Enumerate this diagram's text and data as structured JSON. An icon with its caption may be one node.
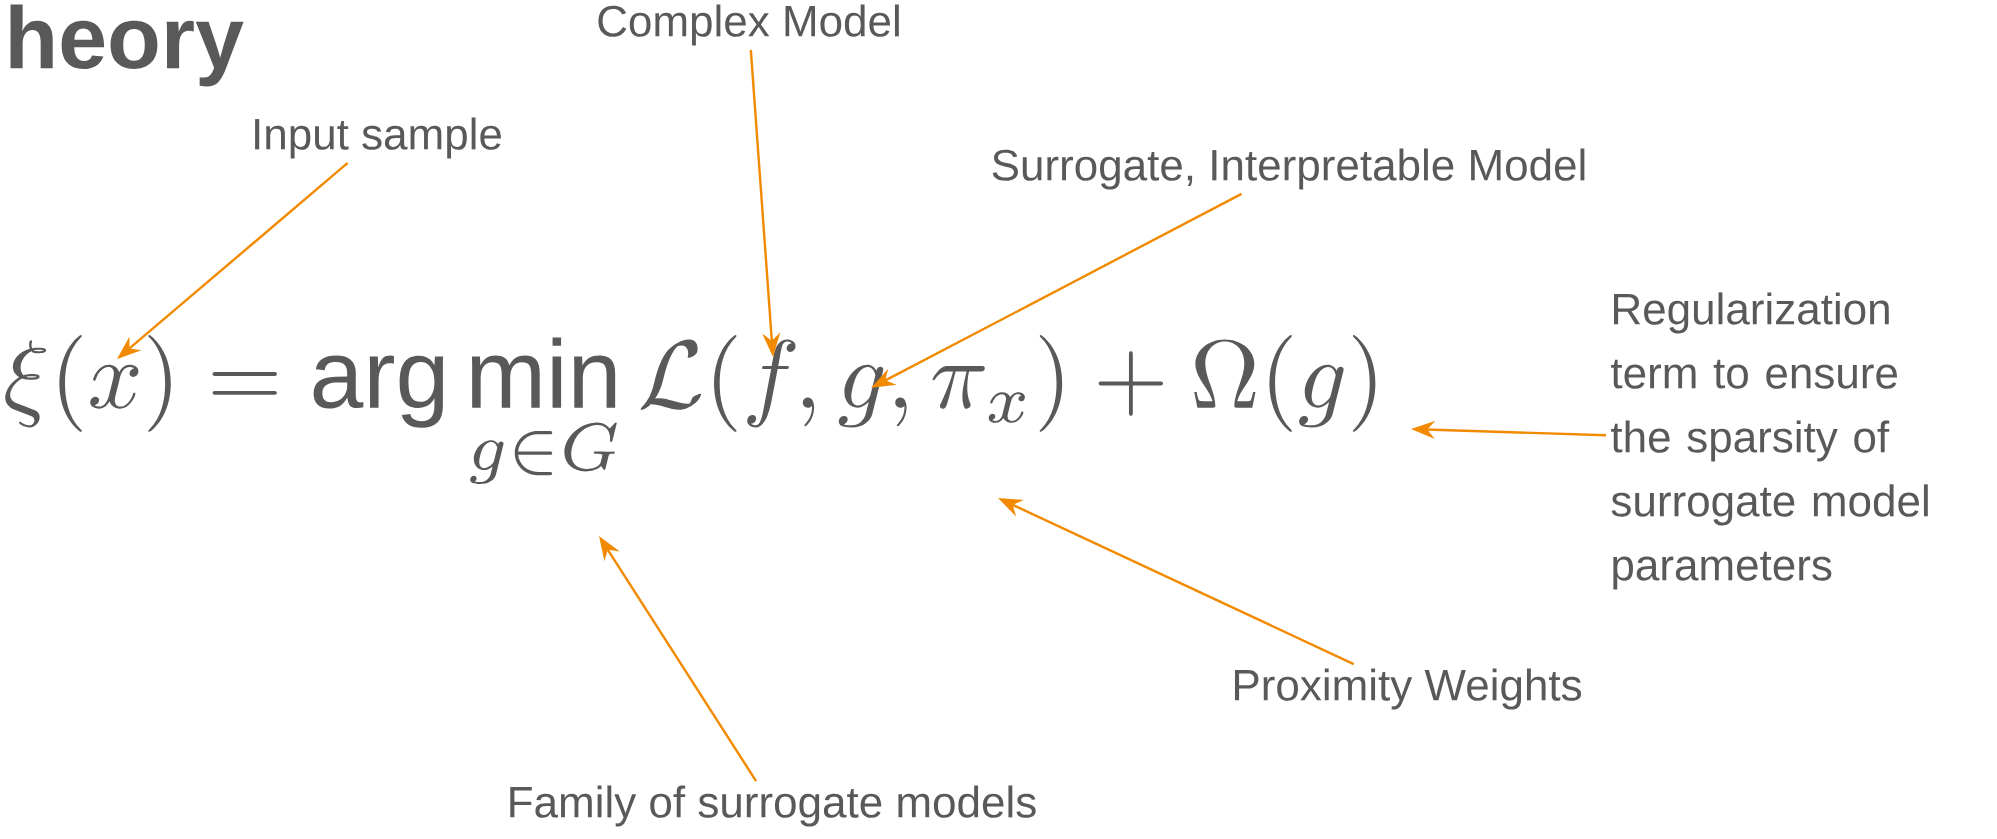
{
  "diagram": {
    "title": "heory",
    "nodes": [
      {
        "text": [
          "Complex Model"
        ]
      },
      {
        "text": [
          "Input sample"
        ]
      },
      {
        "text": [
          "Surrogate, Interpretable Model"
        ]
      },
      {
        "text": [
          "Regularization term to ensure the sparsity of surrogate model parameters"
        ]
      },
      {
        "text": [
          "Proximity Weights"
        ]
      },
      {
        "text": [
          "Family of surrogate models"
        ]
      },
      {
        "text": [
          "\\xi(x) = \\arg\\min_{g\\in G} \\mathcal{L}(f,g,\\pi_x) + \\Omega(g)"
        ]
      }
    ],
    "edges": [
      {
        "from": 0,
        "to": 6,
        "arrow": "to"
      },
      {
        "from": 1,
        "to": 6,
        "arrow": "to"
      },
      {
        "from": 2,
        "to": 6,
        "arrow": "to"
      },
      {
        "from": 3,
        "to": 6,
        "arrow": "to"
      },
      {
        "from": 4,
        "to": 6,
        "arrow": "to"
      },
      {
        "from": 5,
        "to": 6,
        "arrow": "to"
      }
    ]
  }
}
